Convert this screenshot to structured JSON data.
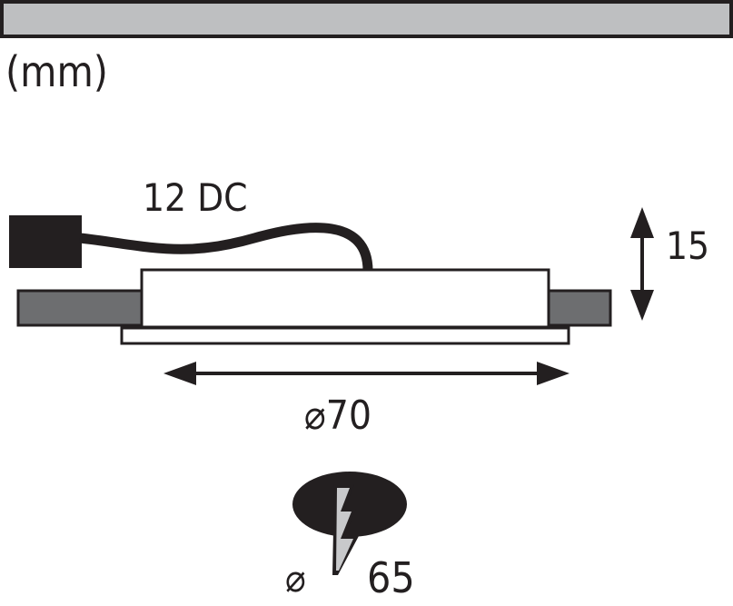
{
  "unit_label": "(mm)",
  "cable_label": "12 DC",
  "height_label": "15",
  "diameter_label": "⌀70",
  "cutout": {
    "symbol": "⌀",
    "value": "65"
  },
  "colors": {
    "bar_fill": "#bebfc1",
    "clip_fill": "#6d6e70",
    "ink": "#231f20",
    "screw_fill": "#c8c9cb"
  }
}
